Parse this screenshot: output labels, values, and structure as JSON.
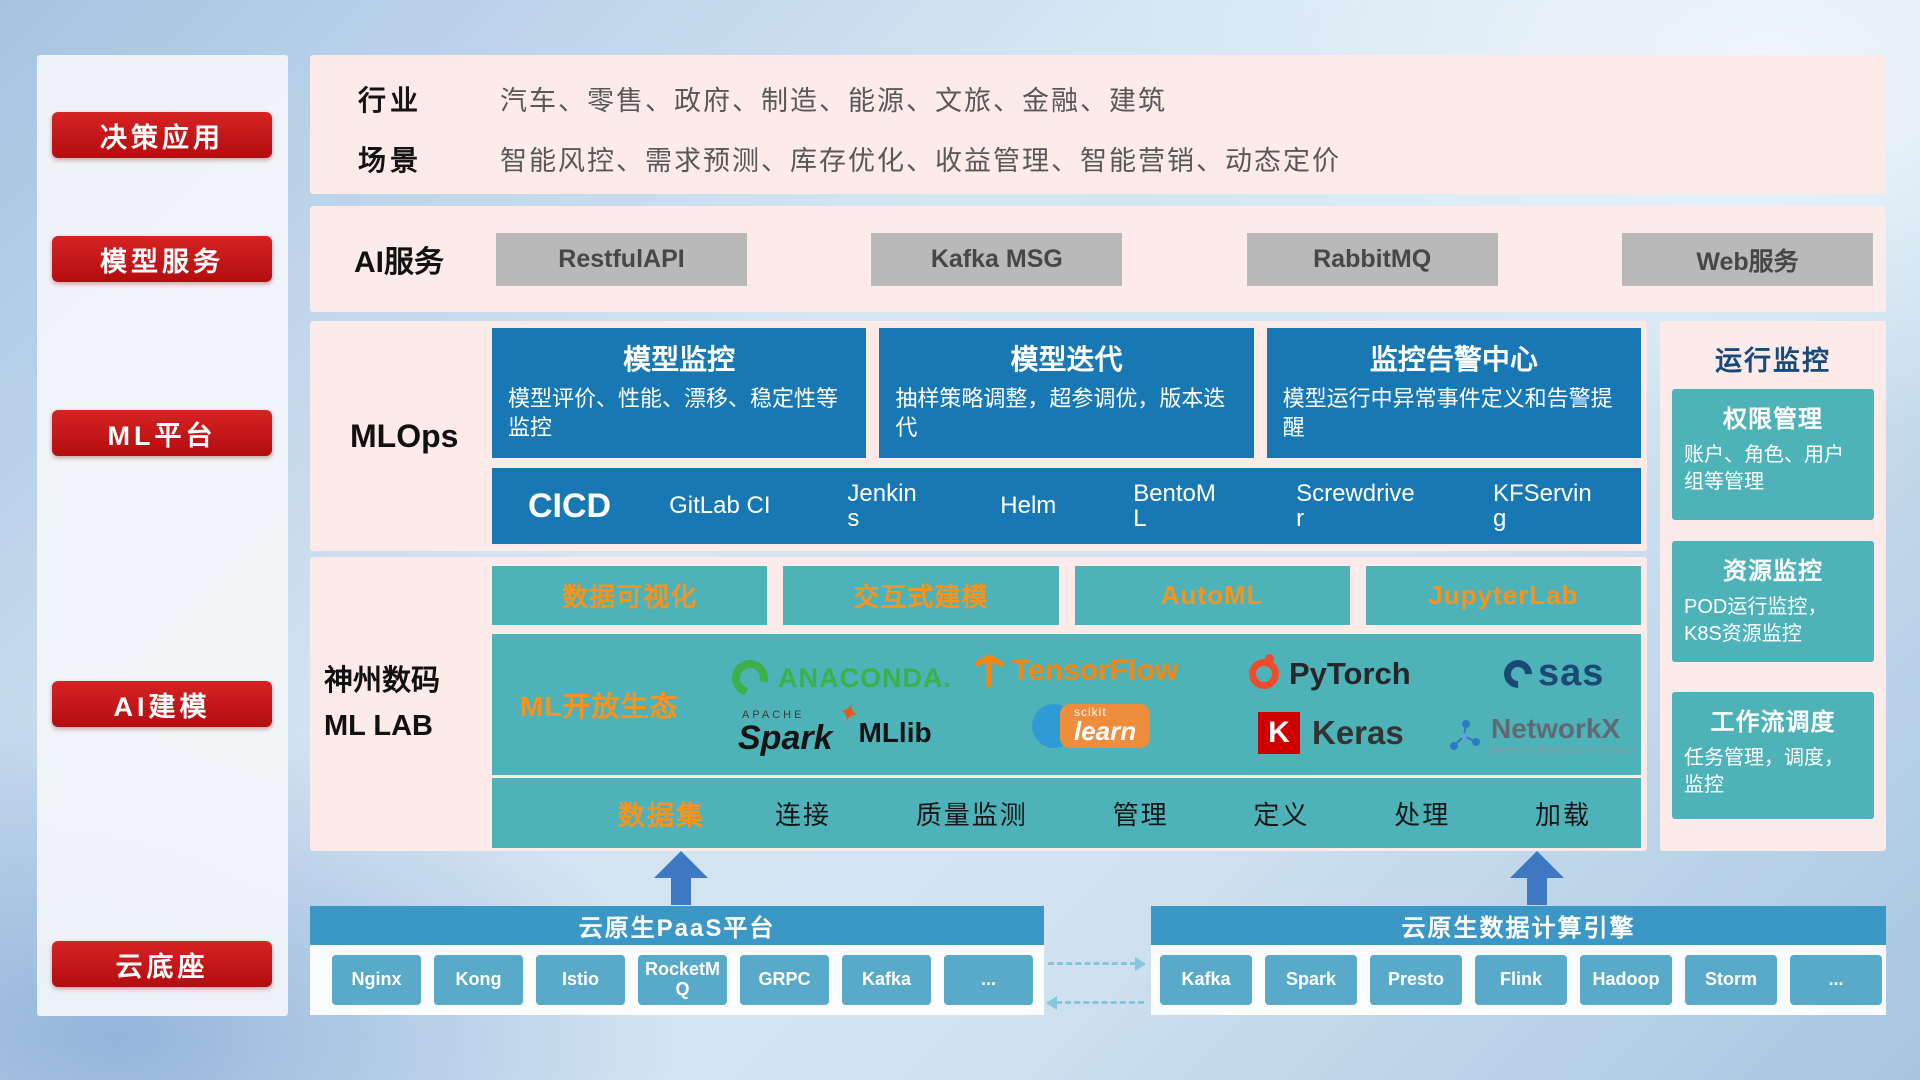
{
  "sidebar": {
    "items": [
      "决策应用",
      "模型服务",
      "ML平台",
      "AI建模",
      "云底座"
    ]
  },
  "application": {
    "industry_label": "行业",
    "industry_list": "汽车、零售、政府、制造、能源、文旅、金融、建筑",
    "scene_label": "场景",
    "scene_list": "智能风控、需求预测、库存优化、收益管理、智能营销、动态定价"
  },
  "ai_service": {
    "label": "AI服务",
    "buttons": [
      "RestfulAPI",
      "Kafka MSG",
      "RabbitMQ",
      "Web服务"
    ]
  },
  "mlops": {
    "label": "MLOps",
    "cards": [
      {
        "title": "模型监控",
        "desc": "模型评价、性能、漂移、稳定性等监控"
      },
      {
        "title": "模型迭代",
        "desc": "抽样策略调整，超参调优，版本迭代"
      },
      {
        "title": "监控告警中心",
        "desc": "模型运行中异常事件定义和告警提醒"
      }
    ],
    "cicd_label": "CICD",
    "cicd_items": [
      "GitLab CI",
      "Jenkins",
      "Helm",
      "BentoML",
      "Screwdriver",
      "KFServing"
    ]
  },
  "monitor": {
    "title": "运行监控",
    "cards": [
      {
        "title": "权限管理",
        "desc": "账户、角色、用户组等管理"
      },
      {
        "title": "资源监控",
        "desc": "POD运行监控，K8S资源监控"
      },
      {
        "title": "工作流调度",
        "desc": "任务管理，调度，监控"
      }
    ]
  },
  "mllab": {
    "label_line1": "神州数码",
    "label_line2": "ML LAB",
    "tools": [
      "数据可视化",
      "交互式建模",
      "AutoML",
      "JupyterLab"
    ],
    "eco_label": "ML开放生态",
    "logos": {
      "anaconda": "ANACONDA.",
      "tensorflow": "TensorFlow",
      "pytorch": "PyTorch",
      "sas": "sas",
      "apache": "APACHE",
      "spark": "Spark",
      "mllib": "MLlib",
      "scikit": "scikit",
      "learn": "learn",
      "keras_k": "K",
      "keras": "Keras",
      "networkx": "NetworkX",
      "networkx_sub": "Network Analysis in Python"
    },
    "dataset_label": "数据集",
    "dataset_items": [
      "连接",
      "质量监测",
      "管理",
      "定义",
      "处理",
      "加载"
    ]
  },
  "cloud": {
    "paas_title": "云原生PaaS平台",
    "paas_chips": [
      "Nginx",
      "Kong",
      "Istio",
      "RocketMQ",
      "GRPC",
      "Kafka",
      "..."
    ],
    "engine_title": "云原生数据计算引擎",
    "engine_chips": [
      "Kafka",
      "Spark",
      "Presto",
      "Flink",
      "Hadoop",
      "Storm",
      "..."
    ]
  },
  "colors": {
    "accent_red": "#c21418",
    "panel_pink": "#fcebe9",
    "deep_blue": "#1878b4",
    "teal": "#4db3b9",
    "orange": "#f7941d",
    "bar_blue": "#3b97c5",
    "chip_blue": "#58aac8"
  }
}
